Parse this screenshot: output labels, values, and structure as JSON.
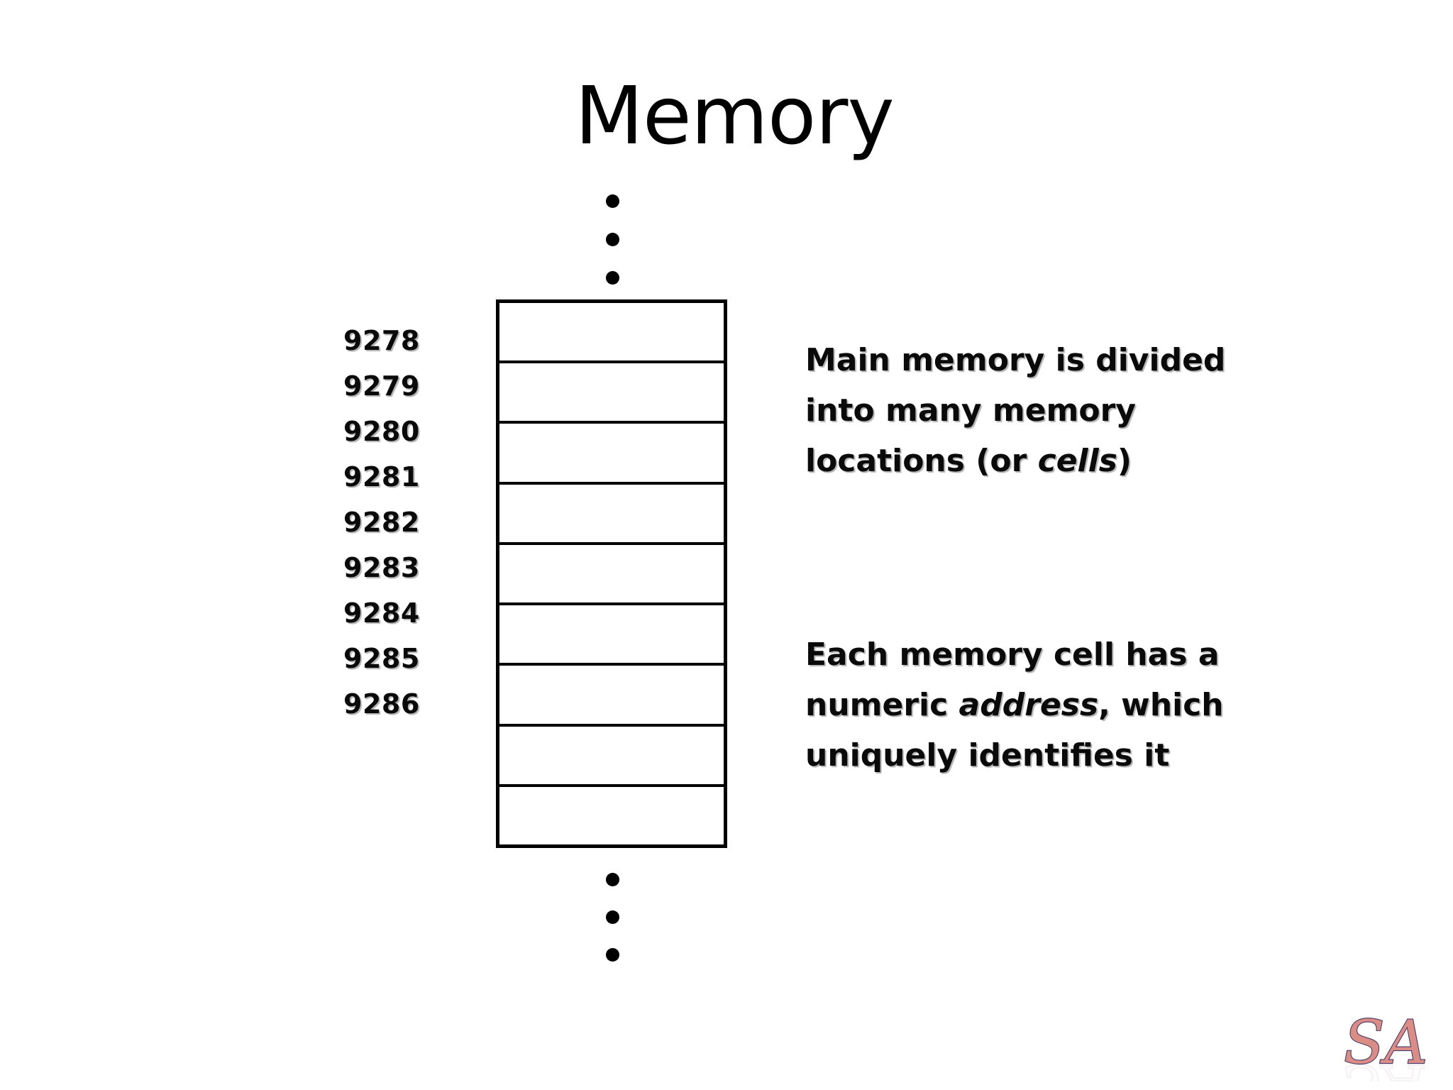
{
  "slide": {
    "title": "Memory",
    "background_color": "#ffffff",
    "text_color": "#0a0a0a"
  },
  "ellipsis_top": {
    "icon": "vertical-ellipsis-icon",
    "dot_count": 3
  },
  "ellipsis_bottom": {
    "icon": "vertical-ellipsis-icon",
    "dot_count": 3
  },
  "addresses": {
    "labels": [
      "9278",
      "9279",
      "9280",
      "9281",
      "9282",
      "9283",
      "9284",
      "9285",
      "9286"
    ]
  },
  "memory_table": {
    "cell_count": 9,
    "border_color": "#000000",
    "cell_fill": "#ffffff",
    "cells": [
      "",
      "",
      "",
      "",
      "",
      "",
      "",
      "",
      ""
    ]
  },
  "body": {
    "paragraph_1": {
      "lead": "Main memory is divided into many memory locations (or ",
      "emphasis": "cells",
      "tail": ")"
    },
    "paragraph_2": {
      "lead": "Each memory cell has a numeric ",
      "emphasis": "address",
      "tail": ", which uniquely identifies it"
    }
  },
  "logo": {
    "text": "SA",
    "fill_color": "#d98d85",
    "outline_color": "#4a3a6b"
  }
}
